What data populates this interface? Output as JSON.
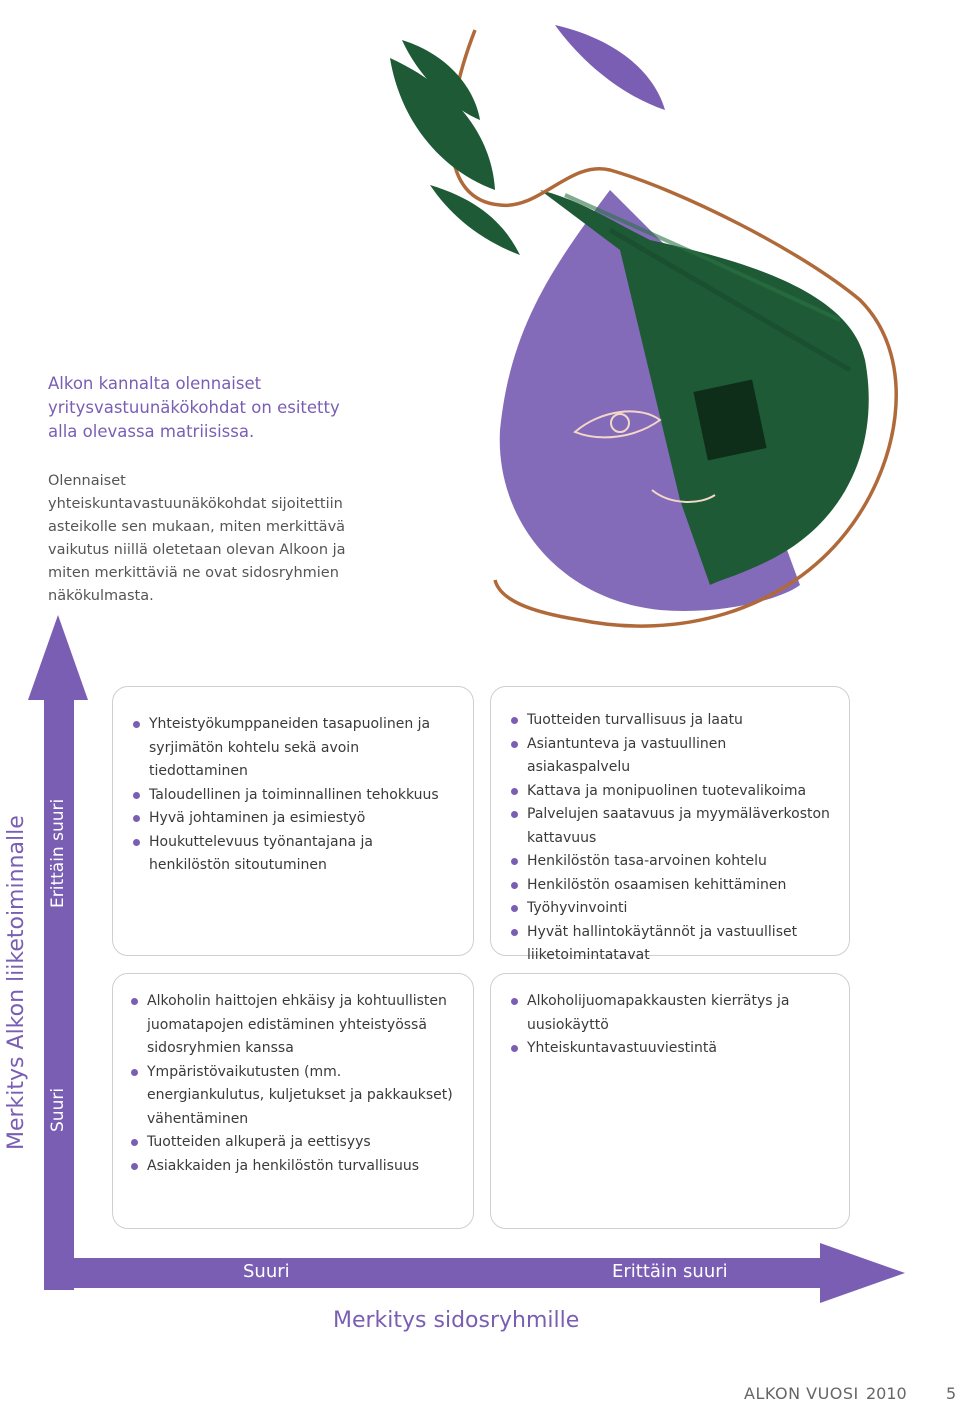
{
  "intro": {
    "title": "Alkon kannalta olennaiset yritysvastuunäkökohdat on esitetty alla olevassa matriisissa.",
    "body": "Olennaiset yhteiskuntavastuunäkökohdat sijoitettiin asteikolle sen mukaan, miten merkittävä vaikutus niillä oletetaan olevan Alkoon ja miten merkittäviä ne ovat sidosryhmien näkökulmasta."
  },
  "matrix": {
    "y_axis_title": "Merkitys Alkon liiketoiminnalle",
    "y_low": "Suuri",
    "y_high": "Erittäin suuri",
    "x_axis_title": "Merkitys sidosryhmille",
    "x_low": "Suuri",
    "x_high": "Erittäin suuri",
    "top_left": [
      "Yhteistyökumppaneiden tasapuolinen ja syrjimätön kohtelu sekä avoin tiedottaminen",
      "Taloudellinen ja toiminnallinen tehokkuus",
      "Hyvä johtaminen ja esimiestyö",
      "Houkuttelevuus työnantajana ja henkilöstön sitoutuminen"
    ],
    "top_right": [
      "Tuotteiden turvallisuus ja laatu",
      "Asiantunteva ja vastuullinen asiakaspalvelu",
      "Kattava ja monipuolinen tuotevalikoima",
      "Palvelujen saatavuus ja myymäläverkoston kattavuus",
      "Henkilöstön tasa-arvoinen kohtelu",
      "Henkilöstön osaamisen kehittäminen",
      "Työhyvinvointi",
      "Hyvät hallintokäytännöt ja vastuulliset liiketoimintatavat"
    ],
    "bottom_left": [
      "Alkoholin haittojen ehkäisy ja kohtuullisten juomatapojen edistäminen yhteistyössä sidosryhmien kanssa",
      "Ympäristövaikutusten (mm. energiankulutus, kuljetukset ja pakkaukset) vähentäminen",
      "Tuotteiden alkuperä ja eettisyys",
      "Asiakkaiden ja henkilöstön turvallisuus"
    ],
    "bottom_right": [
      "Alkoholijuomapakkausten kierrätys ja uusiokäyttö",
      "Yhteiskuntavastuuviestintä"
    ]
  },
  "footer": {
    "title": "ALKON VUOSI",
    "year": "2010",
    "page": "5"
  },
  "colors": {
    "accent": "#7a5eb3",
    "green": "#1e5a36",
    "copper": "#b06a3a"
  }
}
